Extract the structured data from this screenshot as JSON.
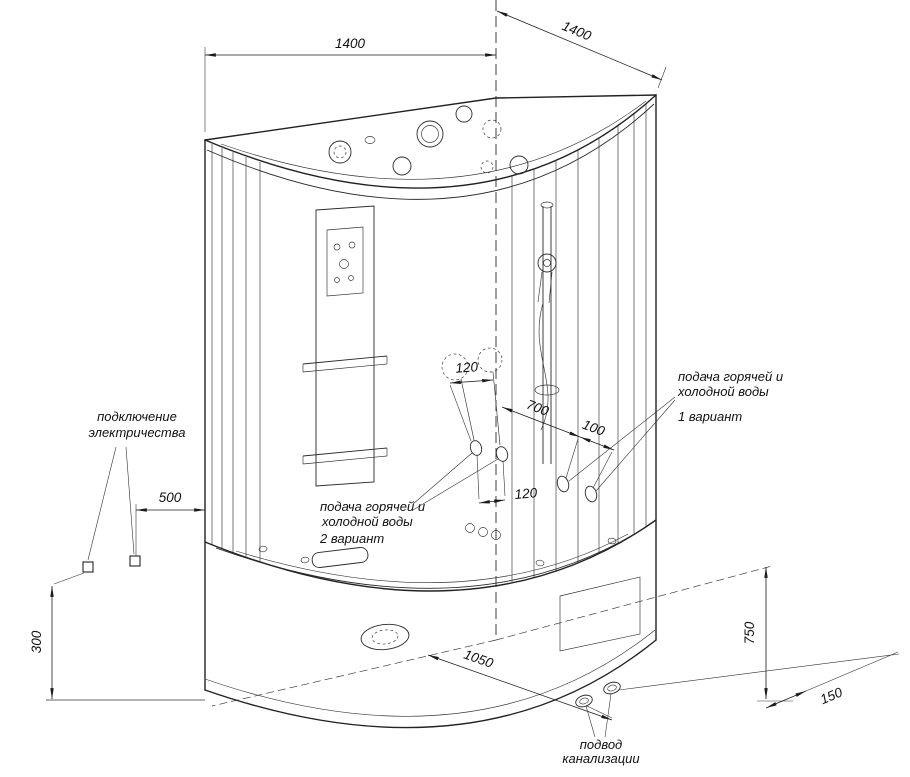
{
  "drawing": {
    "kind": "corner-steam-shower-cabin-installation-scheme",
    "colors": {
      "line": "#1b1b1b",
      "background": "#ffffff"
    }
  },
  "dimensions": {
    "top_left_width": "1400",
    "top_right_width": "1400",
    "electric_offset": "500",
    "electric_height": "300",
    "water2_center_offset": "120",
    "water2_spacing": "120",
    "water1_distance": "700",
    "water1_spacing": "100",
    "sewer_distance": "1050",
    "wall_distance": "750",
    "sewer_offset": "150"
  },
  "annotations": {
    "electric": {
      "line1": "подключение",
      "line2": "электричества"
    },
    "water_option1": {
      "line1": "подача горячей и",
      "line2": "холодной воды",
      "line3": "1 вариант"
    },
    "water_option2": {
      "line1": "подача горячей и",
      "line2": "холодной воды",
      "line3": "2 вариант"
    },
    "sewer": {
      "line1": "подвод",
      "line2": "канализации"
    }
  }
}
